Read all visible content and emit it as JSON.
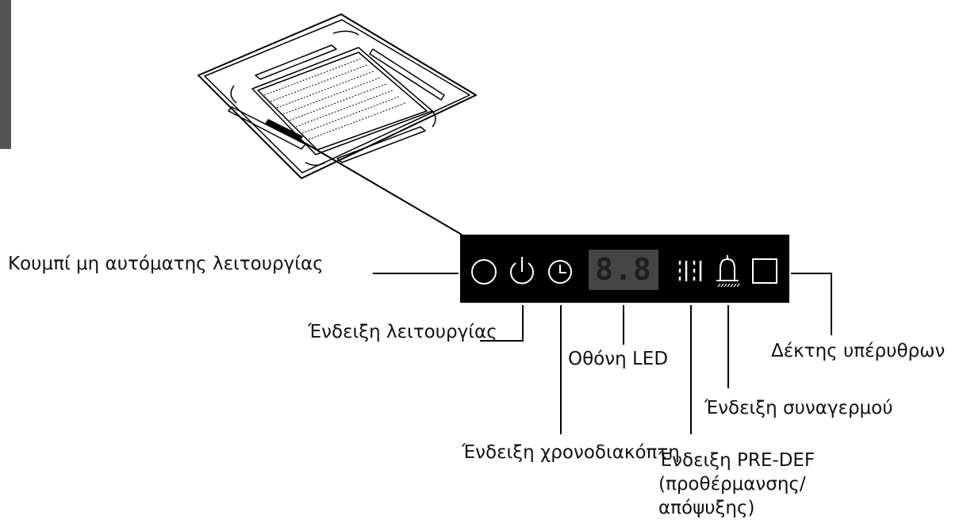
{
  "labels": {
    "manual_button": "Κουμπί μη αυτόματης λειτουργίας",
    "operation_indicator": "Ένδειξη λειτουργίας",
    "timer_indicator": "Ένδειξη χρονοδιακόπτη",
    "led_display": "Οθόνη LED",
    "predef_indicator": "Ένδειξη PRE-DEF\n(προθέρμανσης/\nαπόψυξης)",
    "alarm_indicator": "Ένδειξη συναγερμού",
    "ir_receiver": "Δέκτης υπέρυθρων"
  },
  "panel": {
    "led_value": "8.8"
  },
  "icons": [
    "circle-icon",
    "power-icon",
    "clock-icon",
    "predef-icon",
    "alarm-bell-icon",
    "ir-window-icon"
  ],
  "colors": {
    "panel": "#000000",
    "led_bg": "#454545",
    "lines": "#000000"
  }
}
